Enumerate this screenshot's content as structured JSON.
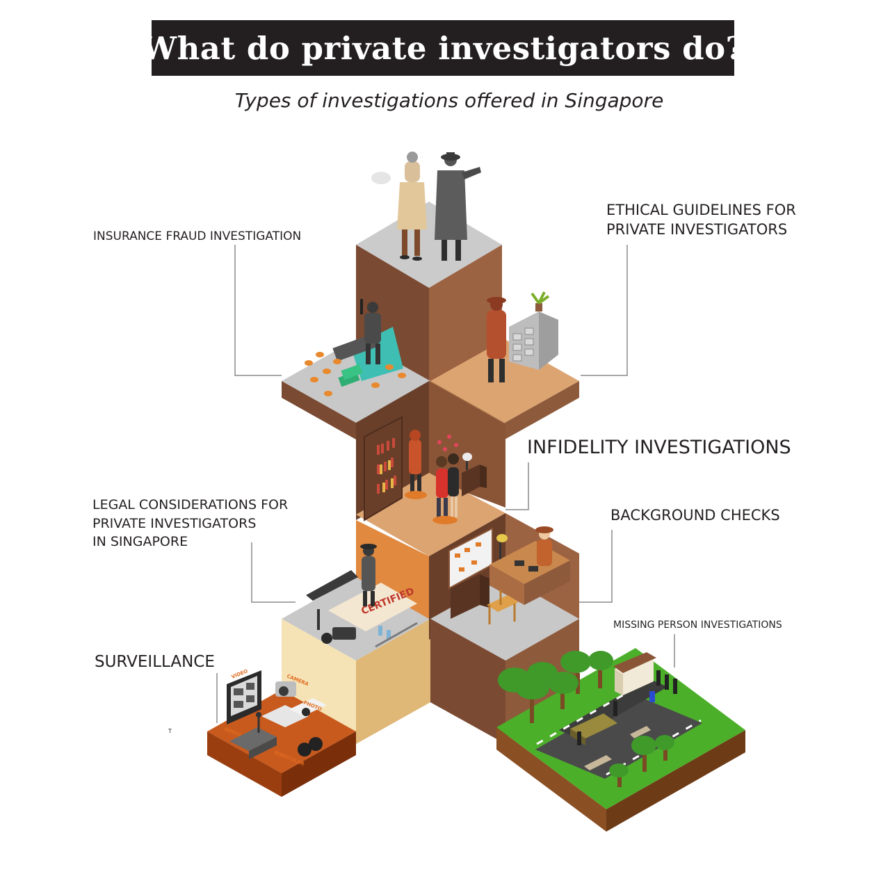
{
  "header": {
    "title": "What do private investigators do?",
    "subtitle": "Types of investigations offered in Singapore"
  },
  "labels": {
    "insurance_fraud": "INSURANCE FRAUD INVESTIGATION",
    "ethical_guidelines": "ETHICAL GUIDELINES FOR\nPRIVATE INVESTIGATORS",
    "infidelity": "INFIDELITY INVESTIGATIONS",
    "legal_considerations": "LEGAL CONSIDERATIONS FOR\nPRIVATE INVESTIGATORS\nIN SINGAPORE",
    "background_checks": "BACKGROUND CHECKS",
    "missing_person": "MISSING PERSON INVESTIGATIONS",
    "surveillance": "SURVEILLANCE"
  },
  "equipment_labels": {
    "video": "VIDEO",
    "camera": "CAMERA",
    "photo": "PHOTO",
    "audio": "AUDIO",
    "binocular": "BINOCULAR"
  },
  "stamp": "CERTIFIED",
  "stray_mark": "T",
  "colors": {
    "title_bg": "#231f20",
    "title_text": "#ffffff",
    "block_dark": "#7a4a32",
    "block_mid": "#9c6343",
    "block_light_top": "#dca471",
    "block_grey_top": "#c8c8c8",
    "block_cream": "#f5e2b5",
    "grass": "#4caf2a",
    "road": "#4a4a4a",
    "accent_orange": "#e07b2a",
    "leader_line": "#8a8a8a"
  }
}
